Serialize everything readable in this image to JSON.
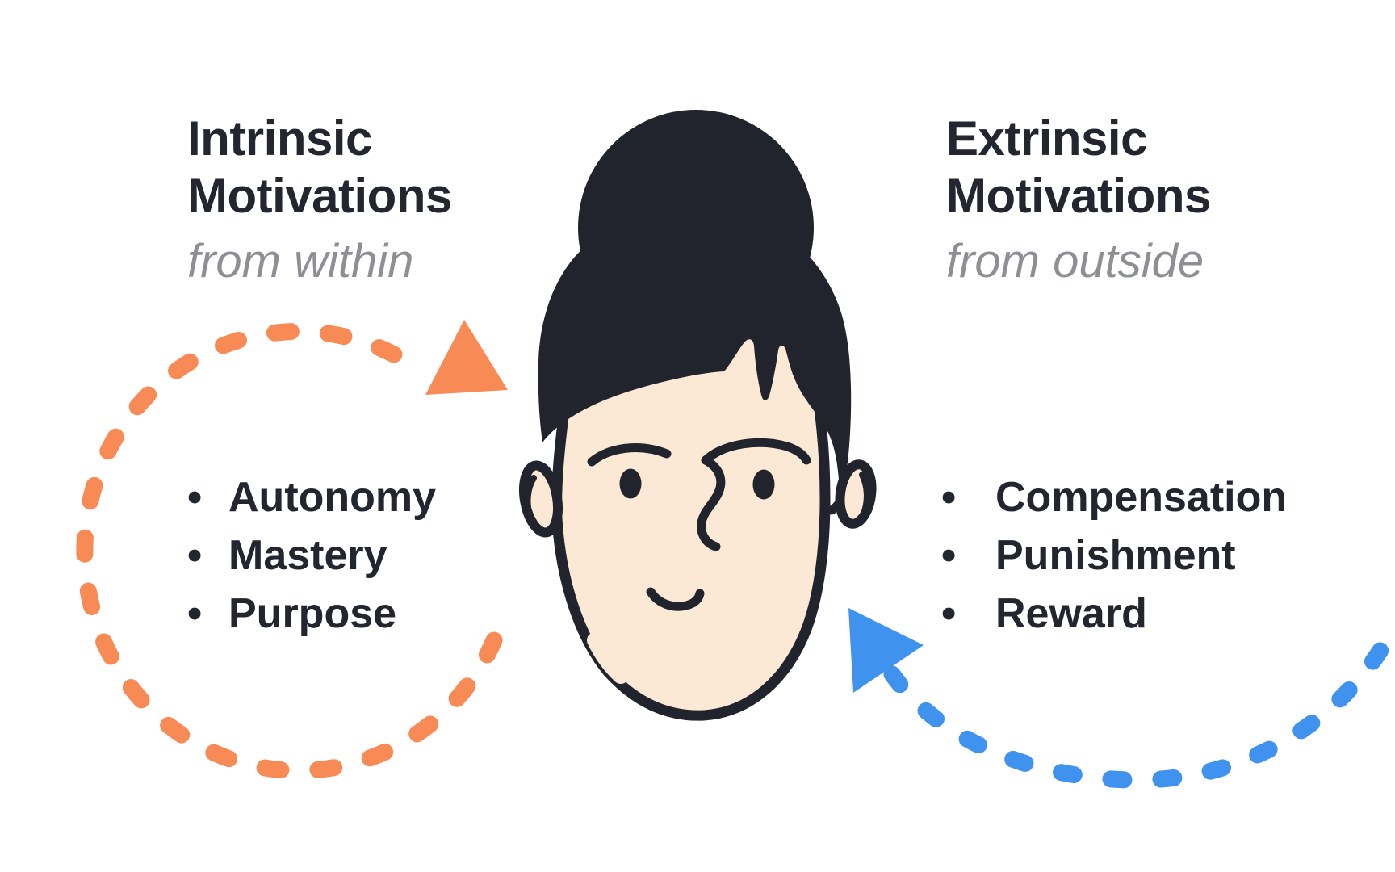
{
  "palette": {
    "background": "#ffffff",
    "text_dark": "#24262F",
    "text_gray": "#8E8F94",
    "orange": "#F88B55",
    "blue": "#4092EF",
    "skin": "#FCE9D5",
    "hair": "#22242D"
  },
  "bullet_glyph": "•",
  "intrinsic": {
    "title_line1": "Intrinsic",
    "title_line2": "Motivations",
    "subtitle": "from within",
    "items": [
      "Autonomy",
      "Mastery",
      "Purpose"
    ]
  },
  "extrinsic": {
    "title_line1": "Extrinsic",
    "title_line2": "Motivations",
    "subtitle": "from outside",
    "items": [
      "Compensation",
      "Punishment",
      "Reward"
    ]
  }
}
